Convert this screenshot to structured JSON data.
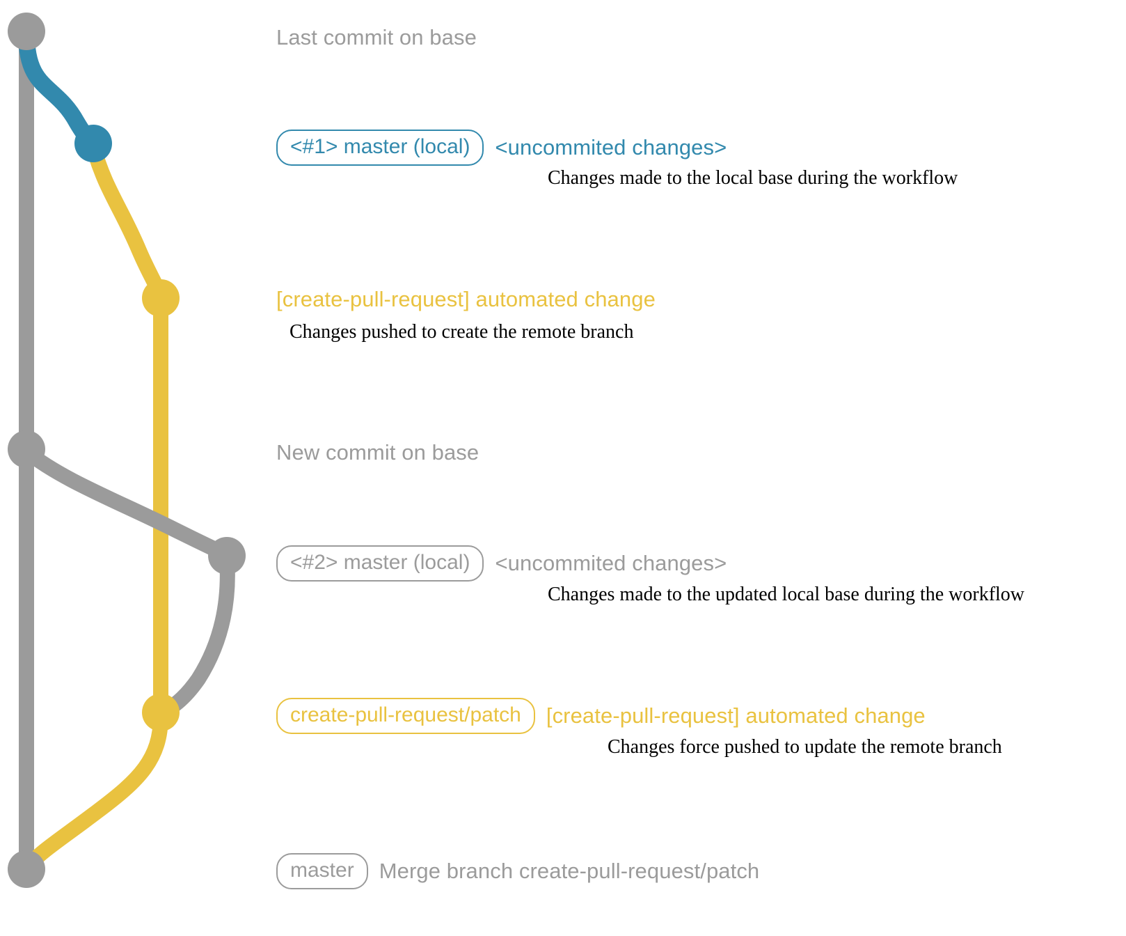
{
  "diagram": {
    "title": "git commit graph for create-pull-request workflow",
    "colors": {
      "base_gray": "#9b9b9b",
      "local_blue": "#3289ad",
      "patch_yellow": "#e9c240",
      "description_text": "#000000",
      "background": "#ffffff"
    }
  },
  "rows": [
    {
      "id": "last-commit-on-base",
      "badge": null,
      "label": "Last commit on base",
      "label_color": "#9b9b9b",
      "description": null,
      "node_color": "#9b9b9b",
      "lane": "base"
    },
    {
      "id": "master-local-1",
      "badge": "<#1> master (local)",
      "badge_color": "#3289ad",
      "label": "<uncommited changes>",
      "label_color": "#3289ad",
      "description": "Changes made to the local base during the workflow",
      "node_color": "#3289ad",
      "lane": "local"
    },
    {
      "id": "automated-change-1",
      "badge": null,
      "label": "[create-pull-request] automated change",
      "label_color": "#e9c240",
      "description": "Changes pushed to create the remote branch",
      "node_color": "#e9c240",
      "lane": "patch"
    },
    {
      "id": "new-commit-on-base",
      "badge": null,
      "label": "New commit on base",
      "label_color": "#9b9b9b",
      "description": null,
      "node_color": "#9b9b9b",
      "lane": "base"
    },
    {
      "id": "master-local-2",
      "badge": "<#2> master (local)",
      "badge_color": "#9b9b9b",
      "label": "<uncommited changes>",
      "label_color": "#9b9b9b",
      "description": "Changes made to the updated local base during the workflow",
      "node_color": "#9b9b9b",
      "lane": "far"
    },
    {
      "id": "automated-change-2",
      "badge": "create-pull-request/patch",
      "badge_color": "#e9c240",
      "label": "[create-pull-request] automated change",
      "label_color": "#e9c240",
      "description": "Changes force pushed to update the remote branch",
      "node_color": "#e9c240",
      "lane": "patch"
    },
    {
      "id": "merge-commit",
      "badge": "master",
      "badge_color": "#9b9b9b",
      "label": "Merge branch create-pull-request/patch",
      "label_color": "#9b9b9b",
      "description": null,
      "node_color": "#9b9b9b",
      "lane": "base"
    }
  ]
}
